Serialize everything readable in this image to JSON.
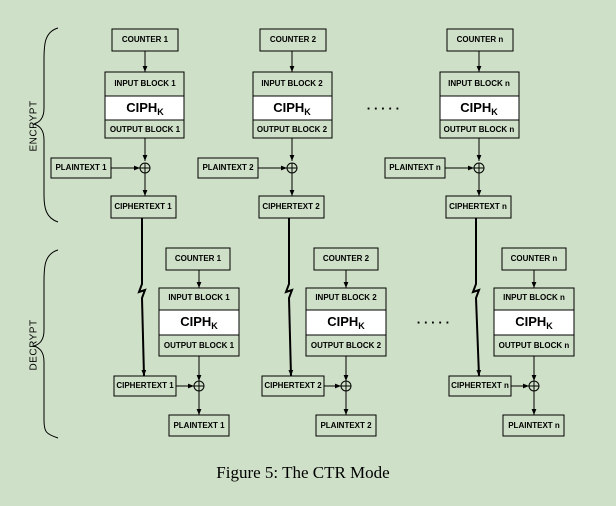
{
  "encrypt_label": "ENCRYPT",
  "decrypt_label": "DECRYPT",
  "ellipsis": ". . . . .",
  "ciph_main": "CIPH",
  "ciph_sub": "K",
  "caption": "Figure 5: The CTR Mode",
  "encrypt_blocks": [
    {
      "counter": "COUNTER 1",
      "input_block": "INPUT BLOCK 1",
      "output_block": "OUTPUT BLOCK 1",
      "plaintext": "PLAINTEXT 1",
      "ciphertext": "CIPHERTEXT 1"
    },
    {
      "counter": "COUNTER 2",
      "input_block": "INPUT BLOCK 2",
      "output_block": "OUTPUT BLOCK 2",
      "plaintext": "PLAINTEXT 2",
      "ciphertext": "CIPHERTEXT 2"
    },
    {
      "counter": "COUNTER n",
      "input_block": "INPUT BLOCK n",
      "output_block": "OUTPUT BLOCK n",
      "plaintext": "PLAINTEXT n",
      "ciphertext": "CIPHERTEXT n"
    }
  ],
  "decrypt_blocks": [
    {
      "counter": "COUNTER 1",
      "input_block": "INPUT BLOCK 1",
      "output_block": "OUTPUT BLOCK 1",
      "ciphertext": "CIPHERTEXT 1",
      "plaintext": "PLAINTEXT 1"
    },
    {
      "counter": "COUNTER 2",
      "input_block": "INPUT BLOCK 2",
      "output_block": "OUTPUT BLOCK 2",
      "ciphertext": "CIPHERTEXT 2",
      "plaintext": "PLAINTEXT 2"
    },
    {
      "counter": "COUNTER n",
      "input_block": "INPUT BLOCK n",
      "output_block": "OUTPUT BLOCK n",
      "ciphertext": "CIPHERTEXT n",
      "plaintext": "PLAINTEXT n"
    }
  ]
}
